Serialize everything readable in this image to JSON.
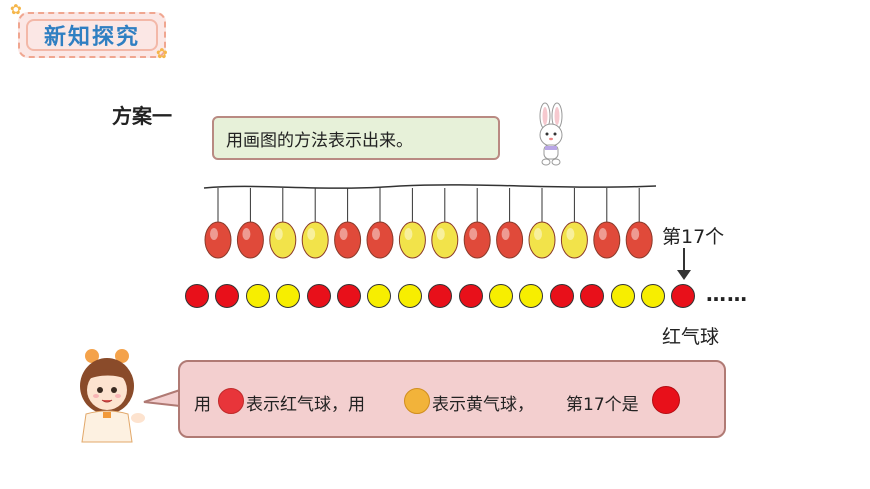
{
  "header": {
    "title": "新知探究"
  },
  "plan_label": "方案一",
  "rabbit_bubble": "用画图的方法表示出来。",
  "balloons_string": [
    "red",
    "red",
    "yellow",
    "yellow",
    "red",
    "red",
    "yellow",
    "yellow",
    "red",
    "red",
    "yellow",
    "yellow",
    "red",
    "red"
  ],
  "circles_row": [
    "red",
    "red",
    "yellow",
    "yellow",
    "red",
    "red",
    "yellow",
    "yellow",
    "red",
    "red",
    "yellow",
    "yellow",
    "red",
    "red",
    "yellow",
    "yellow",
    "red"
  ],
  "marker_label": "第17个",
  "ellipsis": "……",
  "answer_label": "红气球",
  "girl_bubble": {
    "part1": "用",
    "part2": "表示红气球，用",
    "part3": "表示黄气球，",
    "part4": "第17个是"
  },
  "colors": {
    "red": "#e8101a",
    "yellow": "#f7ee00",
    "balloon_red": "#e04a3a",
    "balloon_yellow": "#f2e34a",
    "title_blue": "#2f7fc2"
  }
}
